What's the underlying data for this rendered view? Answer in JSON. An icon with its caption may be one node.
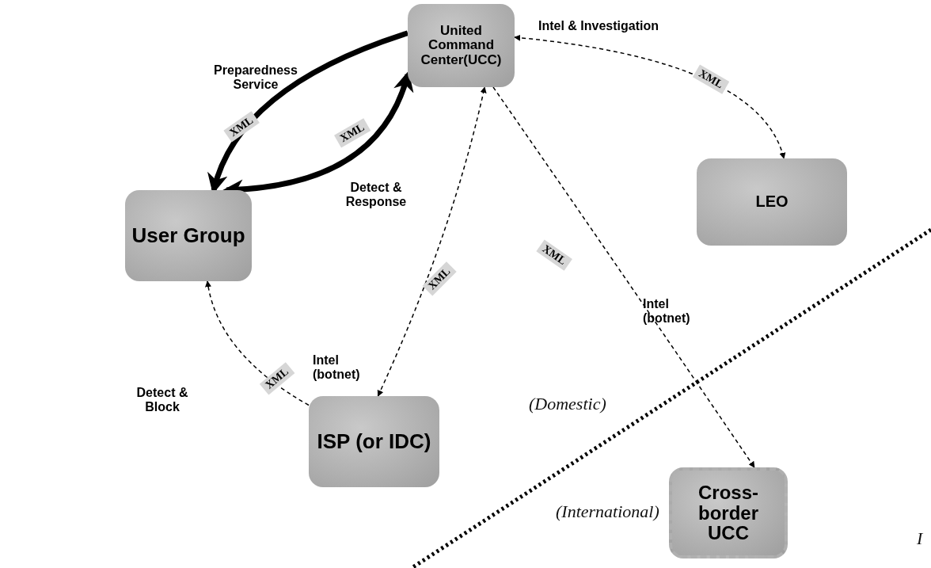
{
  "diagram": {
    "nodes": [
      {
        "text": [
          "United Command Center(UCC)"
        ]
      },
      {
        "text": [
          "LEO"
        ]
      },
      {
        "text": [
          "User Group"
        ]
      },
      {
        "text": [
          "ISP (or IDC)"
        ]
      },
      {
        "text": [
          "Cross-border UCC"
        ]
      }
    ],
    "edges": [
      {
        "from": 0,
        "to": 2,
        "arrow": "to",
        "label": "XML",
        "style": "thick"
      },
      {
        "from": 2,
        "to": 0,
        "arrow": "both",
        "label": "XML",
        "style": "thick"
      },
      {
        "from": 0,
        "to": 1,
        "arrow": "both",
        "label": "XML",
        "style": "dashed"
      },
      {
        "from": 3,
        "to": 0,
        "arrow": "both",
        "label": "XML",
        "style": "dashed"
      },
      {
        "from": 0,
        "to": 4,
        "arrow": "to",
        "label": "XML",
        "style": "dashed"
      },
      {
        "from": 3,
        "to": 2,
        "arrow": "to",
        "label": "XML",
        "style": "dashed"
      }
    ],
    "labels": [
      "Preparedness Service",
      "Intel & Investigation",
      "Detect & Response",
      "Intel (botnet)",
      "Intel (botnet)",
      "Detect & Block",
      "(Domestic)",
      "(International)",
      "I"
    ]
  }
}
